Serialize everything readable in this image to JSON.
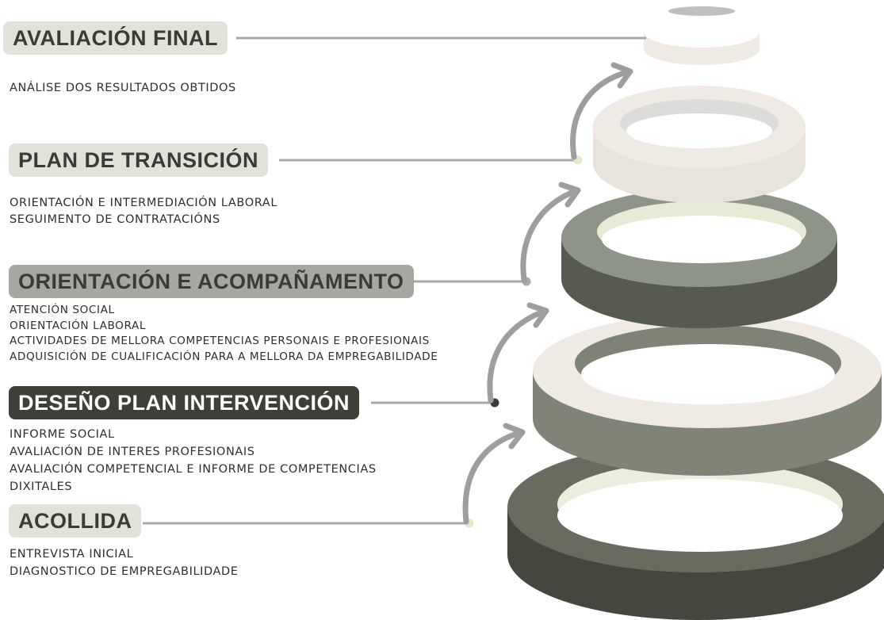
{
  "stages": [
    {
      "key": "avaliacion_final",
      "title": "AVALIACIÓN FINAL",
      "label_bg": "#e3e2d9",
      "label_text_color": "#3a3a36",
      "items": [
        "ANÁLISE DOS RESULTADOS OBTIDOS"
      ]
    },
    {
      "key": "plan_transicion",
      "title": "PLAN DE TRANSICIÓN",
      "label_bg": "#e3e2d9",
      "label_text_color": "#3a3a36",
      "items": [
        "ORIENTACIÓN E INTERMEDIACIÓN LABORAL",
        "SEGUIMENTO DE CONTRATACIÓNS"
      ]
    },
    {
      "key": "orientacion_acompanamento",
      "title": "ORIENTACIÓN E ACOMPAÑAMENTO",
      "label_bg": "#a5a7a1",
      "label_text_color": "#3a3a36",
      "items": [
        "ATENCIÓN SOCIAL",
        "ORIENTACIÓN LABORAL",
        "ACTIVIDADES DE MELLORA COMPETENCIAS PERSONAIS E PROFESIONAIS",
        "ADQUISICIÓN DE CUALIFICACIÓN PARA A MELLORA DA EMPREGABILIDADE"
      ]
    },
    {
      "key": "deseno_plan",
      "title": "DESEÑO PLAN INTERVENCIÓN",
      "label_bg": "#3f3f38",
      "label_text_color": "#ffffff",
      "items": [
        "INFORME SOCIAL",
        "AVALIACIÓN DE INTERES PROFESIONAIS",
        "AVALIACIÓN COMPETENCIAL E INFORME DE COMPETENCIAS",
        "DIXITALES"
      ]
    },
    {
      "key": "acollida",
      "title": "ACOLLIDA",
      "label_bg": "#e3e2d9",
      "label_text_color": "#3a3a36",
      "items": [
        "ENTREVISTA INICIAL",
        "DIAGNOSTICO DE EMPREGABILIDADE"
      ]
    }
  ],
  "colors": {
    "connector_line": "#a8a8a8",
    "arrow": "#9e9e9e",
    "ring_cream_top": "#efebe4",
    "ring_cream_side": "#e6e2da",
    "ring_sage_top": "#8e9387",
    "ring_sage_side": "#7a7f72",
    "ring_dark_top": "#6a6e60",
    "ring_dark_side": "#4a4d42",
    "ring_hole": "#e9ead6"
  }
}
